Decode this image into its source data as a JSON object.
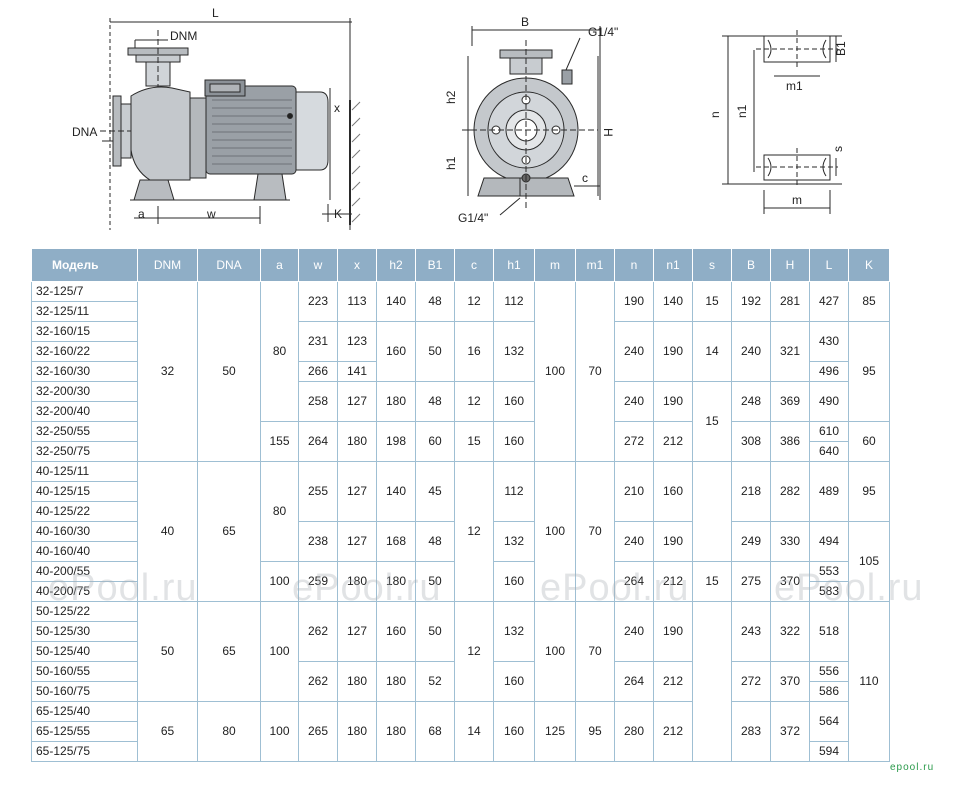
{
  "drawings": {
    "side": {
      "L": "L",
      "DNM": "DNM",
      "DNA": "DNA",
      "x": "x",
      "a": "a",
      "w": "w",
      "K": "K"
    },
    "front": {
      "B": "B",
      "G_top": "G1/4\"",
      "h2": "h2",
      "H": "H",
      "h1": "h1",
      "c": "c",
      "G_bottom": "G1/4\""
    },
    "foot": {
      "B1": "B1",
      "m1": "m1",
      "n": "n",
      "n1": "n1",
      "s": "s",
      "m": "m"
    }
  },
  "table": {
    "headers": [
      "Модель",
      "DNM",
      "DNA",
      "a",
      "w",
      "x",
      "h2",
      "B1",
      "c",
      "h1",
      "m",
      "m1",
      "n",
      "n1",
      "s",
      "B",
      "H",
      "L",
      "K"
    ],
    "rows": [
      [
        {
          "v": "32-125/7"
        },
        {
          "v": "32",
          "r": 9
        },
        {
          "v": "50",
          "r": 9
        },
        {
          "v": "80",
          "r": 7
        },
        {
          "v": "223",
          "r": 2
        },
        {
          "v": "113",
          "r": 2
        },
        {
          "v": "140",
          "r": 2
        },
        {
          "v": "48",
          "r": 2
        },
        {
          "v": "12",
          "r": 2
        },
        {
          "v": "112",
          "r": 2
        },
        {
          "v": "100",
          "r": 9
        },
        {
          "v": "70",
          "r": 9
        },
        {
          "v": "190",
          "r": 2
        },
        {
          "v": "140",
          "r": 2
        },
        {
          "v": "15",
          "r": 2
        },
        {
          "v": "192",
          "r": 2
        },
        {
          "v": "281",
          "r": 2
        },
        {
          "v": "427",
          "r": 2
        },
        {
          "v": "85",
          "r": 2
        }
      ],
      [
        {
          "v": "32-125/11"
        }
      ],
      [
        {
          "v": "32-160/15"
        },
        {
          "v": "231",
          "r": 2
        },
        {
          "v": "123",
          "r": 2
        },
        {
          "v": "160",
          "r": 3
        },
        {
          "v": "50",
          "r": 3
        },
        {
          "v": "16",
          "r": 3
        },
        {
          "v": "132",
          "r": 3
        },
        {
          "v": "240",
          "r": 3
        },
        {
          "v": "190",
          "r": 3
        },
        {
          "v": "14",
          "r": 3
        },
        {
          "v": "240",
          "r": 3
        },
        {
          "v": "321",
          "r": 3
        },
        {
          "v": "430",
          "r": 2
        },
        {
          "v": "95",
          "r": 5
        }
      ],
      [
        {
          "v": "32-160/22"
        }
      ],
      [
        {
          "v": "32-160/30"
        },
        {
          "v": "266"
        },
        {
          "v": "141"
        },
        {
          "v": "496"
        }
      ],
      [
        {
          "v": "32-200/30"
        },
        {
          "v": "258",
          "r": 2
        },
        {
          "v": "127",
          "r": 2
        },
        {
          "v": "180",
          "r": 2
        },
        {
          "v": "48",
          "r": 2
        },
        {
          "v": "12",
          "r": 2
        },
        {
          "v": "160",
          "r": 2
        },
        {
          "v": "240",
          "r": 2
        },
        {
          "v": "190",
          "r": 2
        },
        {
          "v": "15",
          "r": 4
        },
        {
          "v": "248",
          "r": 2
        },
        {
          "v": "369",
          "r": 2
        },
        {
          "v": "490",
          "r": 2
        }
      ],
      [
        {
          "v": "32-200/40"
        }
      ],
      [
        {
          "v": "32-250/55"
        },
        {
          "v": "155",
          "r": 2
        },
        {
          "v": "264",
          "r": 2
        },
        {
          "v": "180",
          "r": 2
        },
        {
          "v": "198",
          "r": 2
        },
        {
          "v": "60",
          "r": 2
        },
        {
          "v": "15",
          "r": 2
        },
        {
          "v": "160",
          "r": 2
        },
        {
          "v": "272",
          "r": 2
        },
        {
          "v": "212",
          "r": 2
        },
        {
          "v": "308",
          "r": 2
        },
        {
          "v": "386",
          "r": 2
        },
        {
          "v": "610"
        },
        {
          "v": "60",
          "r": 2
        }
      ],
      [
        {
          "v": "32-250/75"
        },
        {
          "v": "640"
        }
      ],
      [
        {
          "v": "40-125/11"
        },
        {
          "v": "40",
          "r": 7
        },
        {
          "v": "65",
          "r": 7
        },
        {
          "v": "80",
          "r": 5
        },
        {
          "v": "255",
          "r": 3
        },
        {
          "v": "127",
          "r": 3
        },
        {
          "v": "140",
          "r": 3
        },
        {
          "v": "45",
          "r": 3
        },
        {
          "v": "12",
          "r": 7
        },
        {
          "v": "112",
          "r": 3
        },
        {
          "v": "100",
          "r": 7
        },
        {
          "v": "70",
          "r": 7
        },
        {
          "v": "210",
          "r": 3
        },
        {
          "v": "160",
          "r": 3
        },
        {
          "v": "",
          "r": 5
        },
        {
          "v": "218",
          "r": 3
        },
        {
          "v": "282",
          "r": 3
        },
        {
          "v": "489",
          "r": 3
        },
        {
          "v": "95",
          "r": 3
        }
      ],
      [
        {
          "v": "40-125/15"
        }
      ],
      [
        {
          "v": "40-125/22"
        }
      ],
      [
        {
          "v": "40-160/30"
        },
        {
          "v": "238",
          "r": 2
        },
        {
          "v": "127",
          "r": 2
        },
        {
          "v": "168",
          "r": 2
        },
        {
          "v": "48",
          "r": 2
        },
        {
          "v": "132",
          "r": 2
        },
        {
          "v": "240",
          "r": 2
        },
        {
          "v": "190",
          "r": 2
        },
        {
          "v": "249",
          "r": 2
        },
        {
          "v": "330",
          "r": 2
        },
        {
          "v": "494",
          "r": 2
        },
        {
          "v": "105",
          "r": 4
        }
      ],
      [
        {
          "v": "40-160/40"
        }
      ],
      [
        {
          "v": "40-200/55"
        },
        {
          "v": "100",
          "r": 2
        },
        {
          "v": "259",
          "r": 2
        },
        {
          "v": "180",
          "r": 2
        },
        {
          "v": "180",
          "r": 2
        },
        {
          "v": "50",
          "r": 2
        },
        {
          "v": "160",
          "r": 2
        },
        {
          "v": "264",
          "r": 2
        },
        {
          "v": "212",
          "r": 2
        },
        {
          "v": "15",
          "r": 2
        },
        {
          "v": "275",
          "r": 2
        },
        {
          "v": "370",
          "r": 2
        },
        {
          "v": "553"
        }
      ],
      [
        {
          "v": "40-200/75"
        },
        {
          "v": "583"
        }
      ],
      [
        {
          "v": "50-125/22"
        },
        {
          "v": "50",
          "r": 5
        },
        {
          "v": "65",
          "r": 5
        },
        {
          "v": "100",
          "r": 5
        },
        {
          "v": "262",
          "r": 3
        },
        {
          "v": "127",
          "r": 3
        },
        {
          "v": "160",
          "r": 3
        },
        {
          "v": "50",
          "r": 3
        },
        {
          "v": "12",
          "r": 5
        },
        {
          "v": "132",
          "r": 3
        },
        {
          "v": "100",
          "r": 5
        },
        {
          "v": "70",
          "r": 5
        },
        {
          "v": "240",
          "r": 3
        },
        {
          "v": "190",
          "r": 3
        },
        {
          "v": "",
          "r": 8
        },
        {
          "v": "243",
          "r": 3
        },
        {
          "v": "322",
          "r": 3
        },
        {
          "v": "518",
          "r": 3
        },
        {
          "v": "110",
          "r": 8
        }
      ],
      [
        {
          "v": "50-125/30"
        }
      ],
      [
        {
          "v": "50-125/40"
        }
      ],
      [
        {
          "v": "50-160/55"
        },
        {
          "v": "262",
          "r": 2
        },
        {
          "v": "180",
          "r": 2
        },
        {
          "v": "180",
          "r": 2
        },
        {
          "v": "52",
          "r": 2
        },
        {
          "v": "160",
          "r": 2
        },
        {
          "v": "264",
          "r": 2
        },
        {
          "v": "212",
          "r": 2
        },
        {
          "v": "272",
          "r": 2
        },
        {
          "v": "370",
          "r": 2
        },
        {
          "v": "556"
        }
      ],
      [
        {
          "v": "50-160/75"
        },
        {
          "v": "586"
        }
      ],
      [
        {
          "v": "65-125/40"
        },
        {
          "v": "65",
          "r": 3
        },
        {
          "v": "80",
          "r": 3
        },
        {
          "v": "100",
          "r": 3
        },
        {
          "v": "265",
          "r": 3
        },
        {
          "v": "180",
          "r": 3
        },
        {
          "v": "180",
          "r": 3
        },
        {
          "v": "68",
          "r": 3
        },
        {
          "v": "14",
          "r": 3
        },
        {
          "v": "160",
          "r": 3
        },
        {
          "v": "125",
          "r": 3
        },
        {
          "v": "95",
          "r": 3
        },
        {
          "v": "280",
          "r": 3
        },
        {
          "v": "212",
          "r": 3
        },
        {
          "v": "283",
          "r": 3
        },
        {
          "v": "372",
          "r": 3
        },
        {
          "v": "564",
          "r": 2
        }
      ],
      [
        {
          "v": "65-125/55"
        }
      ],
      [
        {
          "v": "65-125/75"
        },
        {
          "v": "594"
        }
      ]
    ]
  },
  "watermark": "ePool.ru",
  "site_mark": "epool.ru",
  "colors": {
    "header": "#8faec6",
    "border": "#9fbfd3",
    "drawing": "#2a2a2a",
    "fill": "#9aa0a6"
  }
}
